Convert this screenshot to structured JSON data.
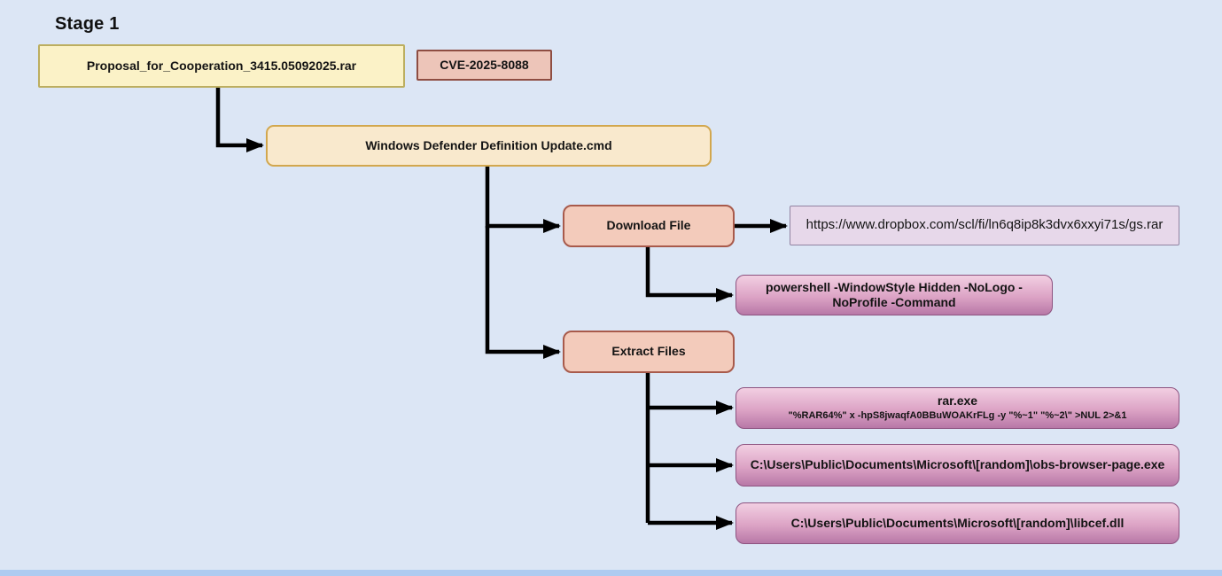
{
  "diagram": {
    "title": "Stage 1",
    "colors": {
      "background": "#dce6f5",
      "bottom_strip": "#aecbf0",
      "archive_box_fill": "#fbf2c7",
      "archive_box_border": "#bcae60",
      "cve_box_fill": "#edc5b9",
      "cve_box_border": "#8e4d42",
      "cmd_box_fill": "#f9e9cd",
      "cmd_box_border": "#d2a74e",
      "action_box_fill": "#f3cbbb",
      "action_box_border": "#a85a4b",
      "url_box_fill": "#e7d8ea",
      "url_box_border": "#9183a1",
      "payload_box_gradient_top": "#f2cfe2",
      "payload_box_gradient_bottom": "#b878a7",
      "payload_box_border": "#8d5380",
      "connector": "#000000"
    },
    "nodes": {
      "rar_archive": {
        "label": "Proposal_for_Cooperation_3415.05092025.rar"
      },
      "cve": {
        "label": "CVE-2025-8088"
      },
      "cmd_file": {
        "label": "Windows Defender Definition Update.cmd"
      },
      "download_file": {
        "label": "Download File"
      },
      "dropbox_url": {
        "label": "https://www.dropbox.com/scl/fi/ln6q8ip8k3dvx6xxyi71s/gs.rar"
      },
      "powershell": {
        "label": "powershell -WindowStyle Hidden -NoLogo -NoProfile -Command"
      },
      "extract_files": {
        "label": "Extract Files"
      },
      "rar_exe": {
        "title": "rar.exe",
        "command": "\"%RAR64%\" x -hpS8jwaqfA0BBuWOAKrFLg -y \"%~1\" \"%~2\\\" >NUL 2>&1"
      },
      "obs_browser_page": {
        "label": "C:\\Users\\Public\\Documents\\Microsoft\\[random]\\obs-browser-page.exe"
      },
      "libcef_dll": {
        "label": "C:\\Users\\Public\\Documents\\Microsoft\\[random]\\libcef.dll"
      }
    }
  }
}
